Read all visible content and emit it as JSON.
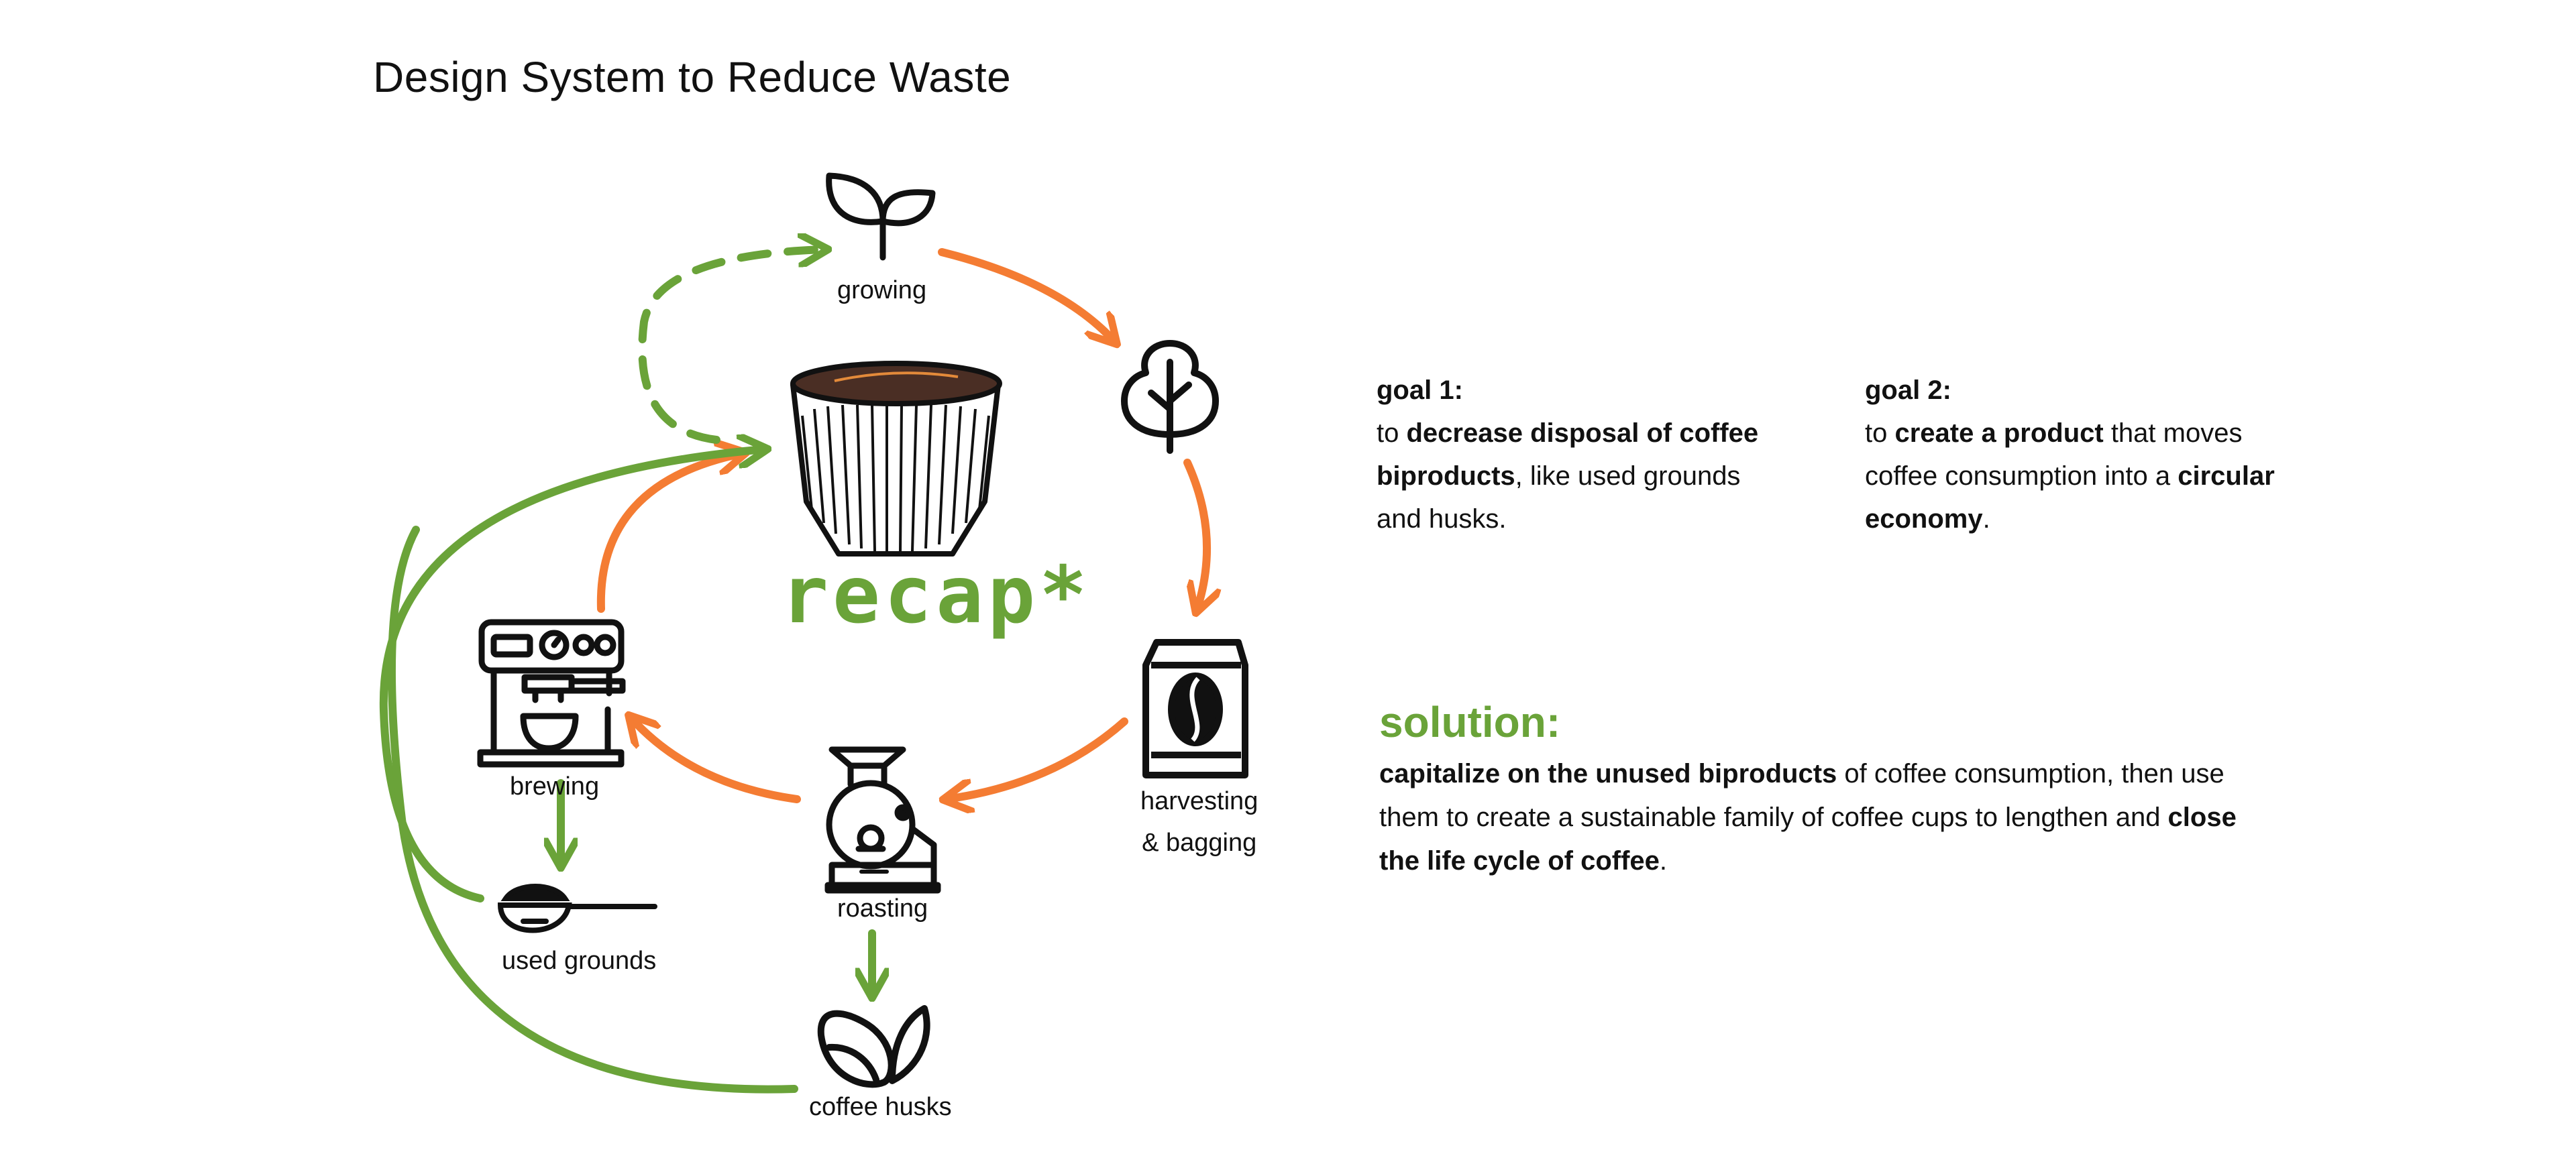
{
  "title": "Design System to Reduce Waste",
  "brand": "recap*",
  "colors": {
    "green": "#6aa339",
    "orange": "#f47c33",
    "ink": "#111111",
    "coffee": "#4a2e24"
  },
  "stages": {
    "growing": "growing",
    "harvesting_1": "harvesting",
    "harvesting_2": "& bagging",
    "roasting": "roasting",
    "brewing": "brewing",
    "used_grounds": "used grounds",
    "coffee_husks": "coffee husks"
  },
  "icons": [
    "sprout-icon",
    "tree-icon",
    "coffee-bag-icon",
    "roaster-icon",
    "espresso-machine-icon",
    "scoop-icon",
    "coffee-husk-icon",
    "cup-icon"
  ],
  "goal1": {
    "heading": "goal 1:",
    "t1": "to ",
    "b1": "decrease disposal of coffee biproducts",
    "t2": ", like used grounds and husks."
  },
  "goal2": {
    "heading": "goal 2:",
    "t1": "to ",
    "b1": "create a product",
    "t2": " that moves coffee consumption into a ",
    "b2": "circular economy",
    "t3": "."
  },
  "solution": {
    "heading": "solution:",
    "b1": "capitalize on the unused biproducts",
    "t1": " of coffee consumption, then use them to create a sustainable family of coffee cups to lengthen and ",
    "b2": "close the life cycle of coffee",
    "t2": "."
  }
}
